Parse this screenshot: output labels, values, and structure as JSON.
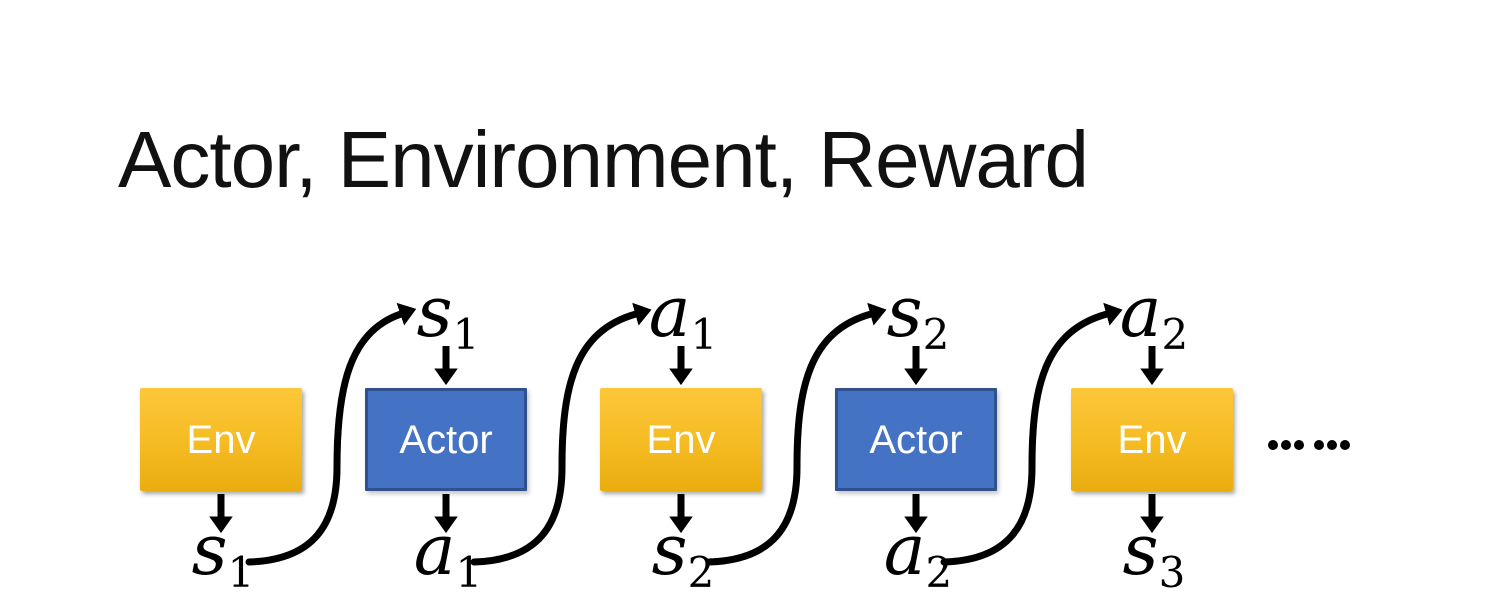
{
  "title": "Actor, Environment, Reward",
  "ellipsis": "……",
  "colors": {
    "env_top": "#fdc73a",
    "env_bottom": "#e9ad10",
    "actor_fill": "#4472c4",
    "actor_border": "#2f528f",
    "box_text": "#ffffff",
    "arrow": "#000000",
    "title_text": "#111111"
  },
  "sequence": [
    {
      "box_label": "Env",
      "kind": "env",
      "top_symbol": null,
      "bottom_symbol": {
        "base": "s",
        "sub": "1"
      }
    },
    {
      "box_label": "Actor",
      "kind": "actor",
      "top_symbol": {
        "base": "s",
        "sub": "1"
      },
      "bottom_symbol": {
        "base": "a",
        "sub": "1"
      }
    },
    {
      "box_label": "Env",
      "kind": "env",
      "top_symbol": {
        "base": "a",
        "sub": "1"
      },
      "bottom_symbol": {
        "base": "s",
        "sub": "2"
      }
    },
    {
      "box_label": "Actor",
      "kind": "actor",
      "top_symbol": {
        "base": "s",
        "sub": "2"
      },
      "bottom_symbol": {
        "base": "a",
        "sub": "2"
      }
    },
    {
      "box_label": "Env",
      "kind": "env",
      "top_symbol": {
        "base": "a",
        "sub": "2"
      },
      "bottom_symbol": {
        "base": "s",
        "sub": "3"
      }
    }
  ]
}
